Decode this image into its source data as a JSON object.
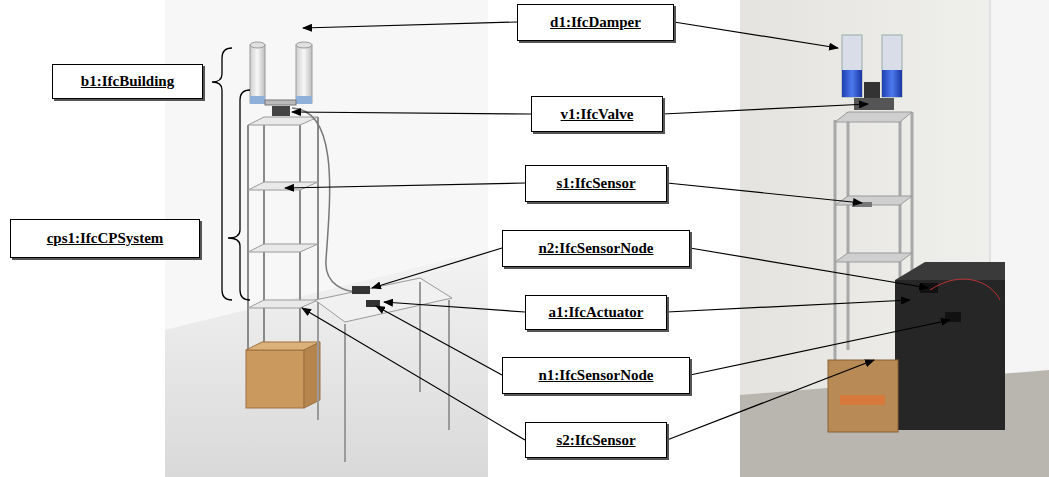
{
  "diagram": {
    "nodes": [
      {
        "text": [
          "d1:IfcDamper"
        ]
      },
      {
        "text": [
          "b1:IfcBuilding"
        ]
      },
      {
        "text": [
          "v1:IfcValve"
        ]
      },
      {
        "text": [
          "s1:IfcSensor"
        ]
      },
      {
        "text": [
          "cps1:IfcCPSystem"
        ]
      },
      {
        "text": [
          "n2:IfcSensorNode"
        ]
      },
      {
        "text": [
          "a1:IfcActuator"
        ]
      },
      {
        "text": [
          "n1:IfcSensorNode"
        ]
      },
      {
        "text": [
          "s2:IfcSensor"
        ]
      }
    ]
  }
}
